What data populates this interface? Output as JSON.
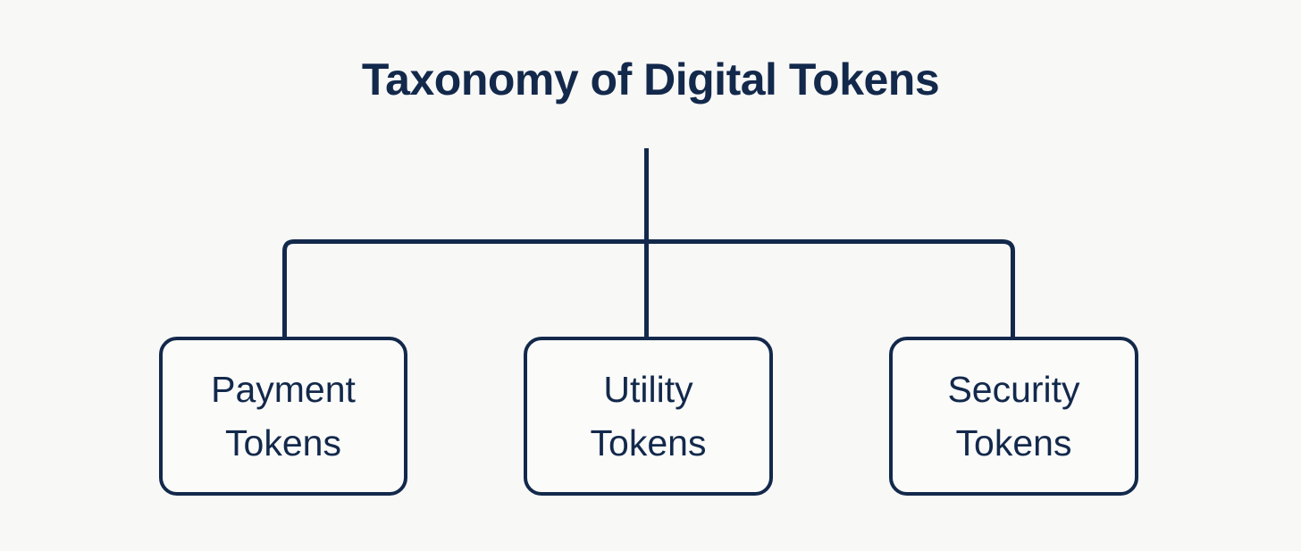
{
  "diagram": {
    "title": "Taxonomy of Digital Tokens",
    "type": "tree",
    "orientation": "top-down",
    "background_color": "#f8f8f7",
    "stroke_color": "#13294b",
    "text_color": "#13294b",
    "node_fill_color": "#fbfbfa",
    "root": {
      "label": "Taxonomy of Digital Tokens",
      "shape": "text-heading"
    },
    "children": [
      {
        "id": "payment-tokens",
        "label": "Payment Tokens",
        "lines": [
          "Payment",
          "Tokens"
        ],
        "shape": "rounded-rectangle"
      },
      {
        "id": "utility-tokens",
        "label": "Utility Tokens",
        "lines": [
          "Utility",
          "Tokens"
        ],
        "shape": "rounded-rectangle"
      },
      {
        "id": "security-tokens",
        "label": "Security Tokens",
        "lines": [
          "Security",
          "Tokens"
        ],
        "shape": "rounded-rectangle"
      }
    ],
    "connectors": [
      {
        "name": "root-stem",
        "from": "root",
        "to": "branch-bus"
      },
      {
        "name": "branch-bus",
        "from": "branch-bus",
        "to": "payment-tokens"
      },
      {
        "name": "branch-bus",
        "from": "branch-bus",
        "to": "utility-tokens"
      },
      {
        "name": "branch-bus",
        "from": "branch-bus",
        "to": "security-tokens"
      }
    ]
  }
}
